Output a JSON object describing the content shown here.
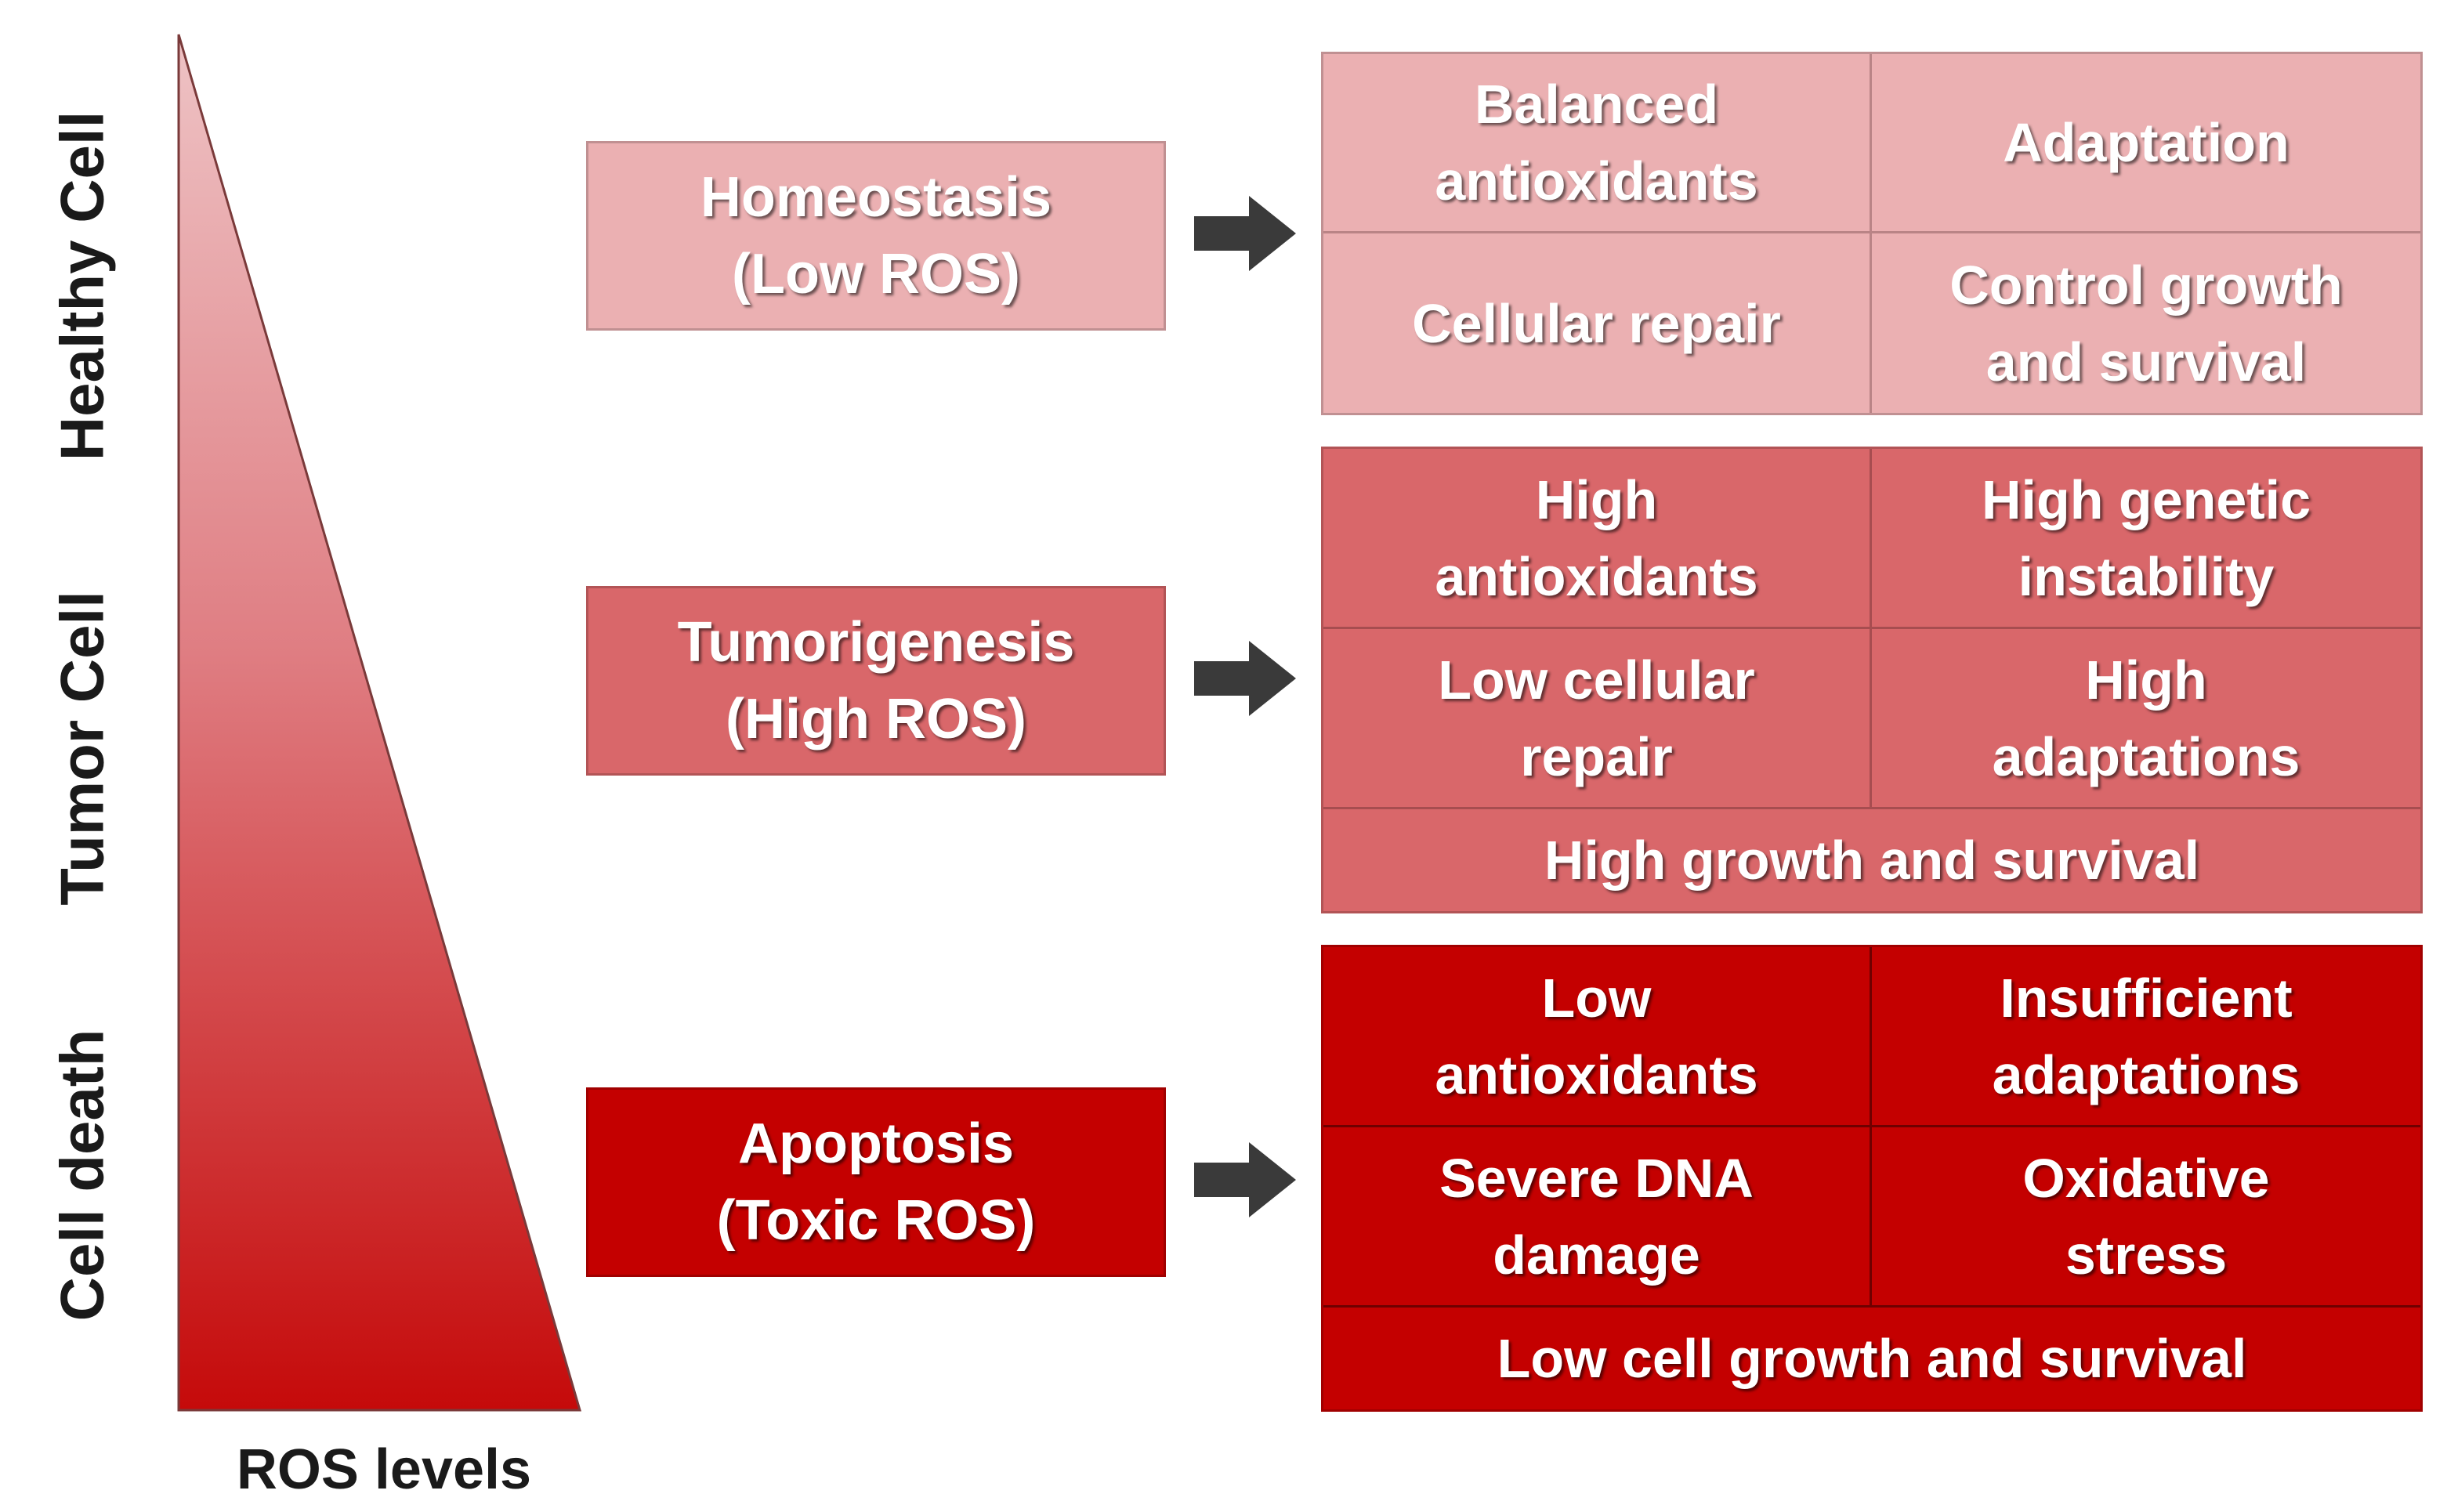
{
  "colors": {
    "healthy": "#ebb0b2",
    "tumor": "#d9676a",
    "death": "#c40000",
    "arrow": "#3a3a3a",
    "triangle_top": "#eec3c5",
    "triangle_bottom": "#c50a0a"
  },
  "side_labels": {
    "healthy": "Healthy Cell",
    "tumor": "Tumor Cell",
    "death": "Cell death"
  },
  "axis_label": "ROS levels",
  "states": {
    "healthy": "Homeostasis\n(Low ROS)",
    "tumor": "Tumorigenesis\n(High ROS)",
    "death": "Apoptosis\n(Toxic ROS)"
  },
  "healthy_grid": {
    "c1": "Balanced\nantioxidants",
    "c2": "Adaptation",
    "c3": "Cellular repair",
    "c4": "Control growth\nand survival"
  },
  "tumor_grid": {
    "c1": "High\nantioxidants",
    "c2": "High genetic\ninstability",
    "c3": "Low cellular\nrepair",
    "c4": "High\nadaptations",
    "c5": "High growth and survival"
  },
  "death_grid": {
    "c1": "Low\nantioxidants",
    "c2": "Insufficient\nadaptations",
    "c3": "Severe DNA\ndamage",
    "c4": "Oxidative\nstress",
    "c5": "Low cell growth and survival"
  }
}
